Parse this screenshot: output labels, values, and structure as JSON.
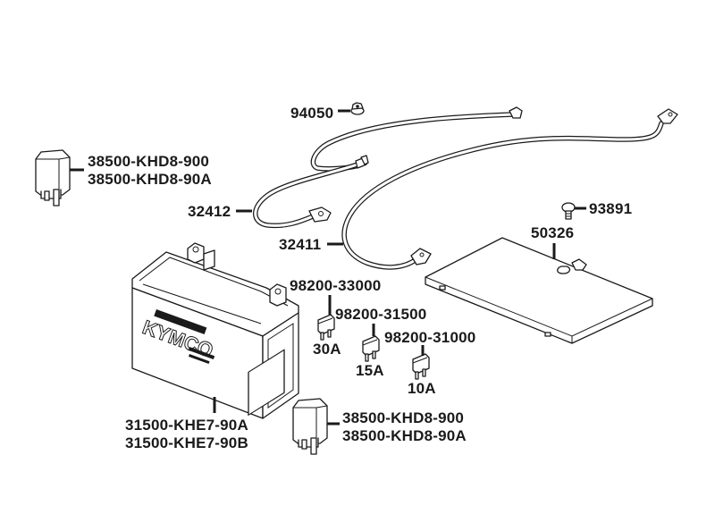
{
  "diagram": {
    "title": "Battery / Fuses / Relays parts diagram",
    "brand_mark": "KYMCO",
    "parts": {
      "relay_top": {
        "numbers": [
          "38500-KHD8-900",
          "38500-KHD8-90A"
        ],
        "icon": "relay-icon"
      },
      "nut": {
        "number": "94050",
        "icon": "flange-nut-icon"
      },
      "cable_negative": {
        "number": "32412",
        "icon": "battery-cable-icon"
      },
      "cable_positive": {
        "number": "32411",
        "icon": "battery-cable-icon"
      },
      "screw": {
        "number": "93891",
        "icon": "screw-icon"
      },
      "battery_cover": {
        "number": "50326",
        "icon": "cover-plate-icon"
      },
      "battery": {
        "numbers": [
          "31500-KHE7-90A",
          "31500-KHE7-90B"
        ],
        "icon": "battery-icon"
      },
      "fuse_30a": {
        "number": "98200-33000",
        "rating": "30A",
        "icon": "blade-fuse-icon"
      },
      "fuse_15a": {
        "number": "98200-31500",
        "rating": "15A",
        "icon": "blade-fuse-icon"
      },
      "fuse_10a": {
        "number": "98200-31000",
        "rating": "10A",
        "icon": "blade-fuse-icon"
      },
      "relay_bottom": {
        "numbers": [
          "38500-KHD8-900",
          "38500-KHD8-90A"
        ],
        "icon": "relay-icon"
      }
    }
  }
}
